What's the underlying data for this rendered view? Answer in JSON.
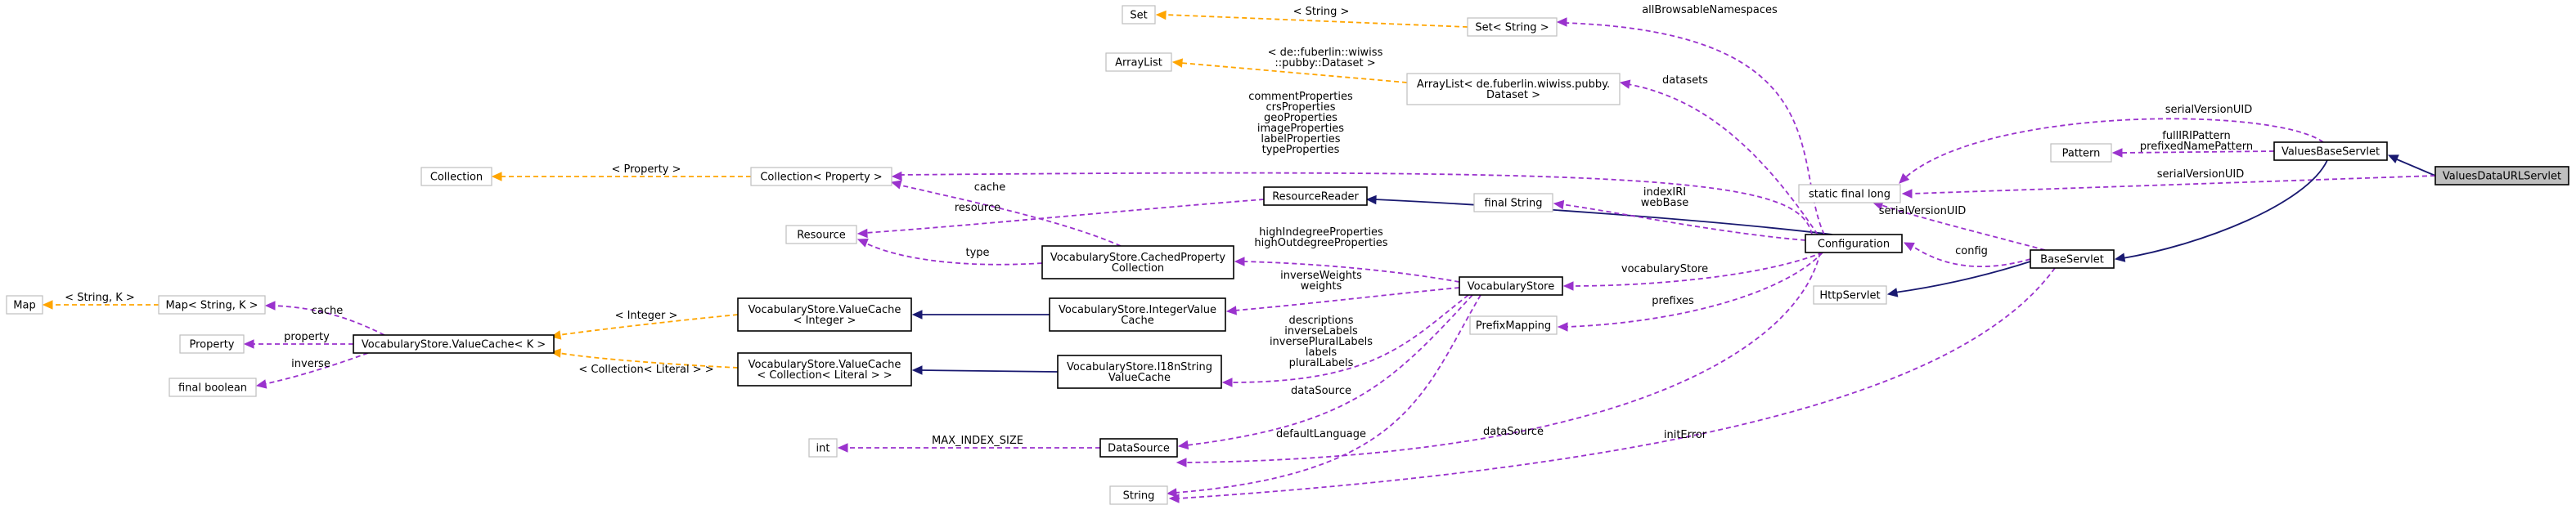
{
  "nodes": {
    "ValuesDataURLServlet": [
      "ValuesDataURLServlet"
    ],
    "ValuesBaseServlet": [
      "ValuesBaseServlet"
    ],
    "BaseServlet": [
      "BaseServlet"
    ],
    "HttpServlet": [
      "HttpServlet"
    ],
    "Configuration": [
      "Configuration"
    ],
    "staticFinalLong": [
      "static final long"
    ],
    "Pattern": [
      "Pattern"
    ],
    "finalString": [
      "final String"
    ],
    "PrefixMapping": [
      "PrefixMapping"
    ],
    "VocabularyStore": [
      "VocabularyStore"
    ],
    "SetString": [
      "Set< String >"
    ],
    "Set": [
      "Set"
    ],
    "ArrayListDataset": [
      "ArrayList< de.fuberlin.wiwiss.pubby.",
      "Dataset >"
    ],
    "ArrayList": [
      "ArrayList"
    ],
    "CollectionProperty": [
      "Collection< Property >"
    ],
    "Collection": [
      "Collection"
    ],
    "ResourceReader": [
      "ResourceReader"
    ],
    "Resource": [
      "Resource"
    ],
    "CachedPropertyCollection": [
      "VocabularyStore.CachedProperty",
      "Collection"
    ],
    "IntegerValueCache": [
      "VocabularyStore.IntegerValue",
      "Cache"
    ],
    "I18nStringValueCache": [
      "VocabularyStore.I18nString",
      "ValueCache"
    ],
    "ValueCacheInteger": [
      "VocabularyStore.ValueCache",
      "< Integer >"
    ],
    "ValueCacheCollection": [
      "VocabularyStore.ValueCache",
      "< Collection< Literal > >"
    ],
    "ValueCacheK": [
      "VocabularyStore.ValueCache< K >"
    ],
    "MapStringK": [
      "Map< String, K >"
    ],
    "Map": [
      "Map"
    ],
    "Property": [
      "Property"
    ],
    "finalBoolean": [
      "final boolean"
    ],
    "DataSource": [
      "DataSource"
    ],
    "int": [
      "int"
    ],
    "String": [
      "String"
    ]
  },
  "edges": {
    "e1": [
      "serialVersionUID"
    ],
    "e2": [
      "fullIRIPattern",
      "prefixedNamePattern"
    ],
    "e3": [
      "serialVersionUID"
    ],
    "e4": [
      "serialVersionUID"
    ],
    "e5": [
      "config"
    ],
    "e6": [
      "initError"
    ],
    "e7": [
      "allBrowsableNamespaces"
    ],
    "e8": [
      "< String >"
    ],
    "e9": [
      "datasets"
    ],
    "e10": [
      "< de::fuberlin::wiwiss",
      "::pubby::Dataset >"
    ],
    "e11": [
      "commentProperties",
      "crsProperties",
      "geoProperties",
      "imageProperties",
      "labelProperties",
      "typeProperties"
    ],
    "e12": [
      "< Property >"
    ],
    "e13": [
      "indexIRI",
      "webBase"
    ],
    "e14": [
      "vocabularyStore"
    ],
    "e15": [
      "prefixes"
    ],
    "e16": [
      "dataSource"
    ],
    "e17": [
      "cache"
    ],
    "e18": [
      "resource"
    ],
    "e19": [
      "type"
    ],
    "e20": [
      "highIndegreeProperties",
      "highOutdegreeProperties"
    ],
    "e21": [
      "inverseWeights",
      "weights"
    ],
    "e22": [
      "descriptions",
      "inverseLabels",
      "inversePluralLabels",
      "labels",
      "pluralLabels"
    ],
    "e23": [
      "dataSource"
    ],
    "e24": [
      "defaultLanguage"
    ],
    "e25": [
      "< Integer >"
    ],
    "e26": [
      "< Collection< Literal > >"
    ],
    "e27": [
      "cache"
    ],
    "e28": [
      "property"
    ],
    "e29": [
      "inverse"
    ],
    "e30": [
      "< String, K >"
    ],
    "e31": [
      "MAX_INDEX_SIZE"
    ]
  },
  "colors": {
    "usage_edge": "#9a32cd",
    "template_edge": "#ffa500",
    "inheritance_edge": "#191970",
    "external_class_border": "#bfbfbf",
    "documented_class_border": "#000000",
    "focus_class_fill": "#bfbfbf"
  }
}
